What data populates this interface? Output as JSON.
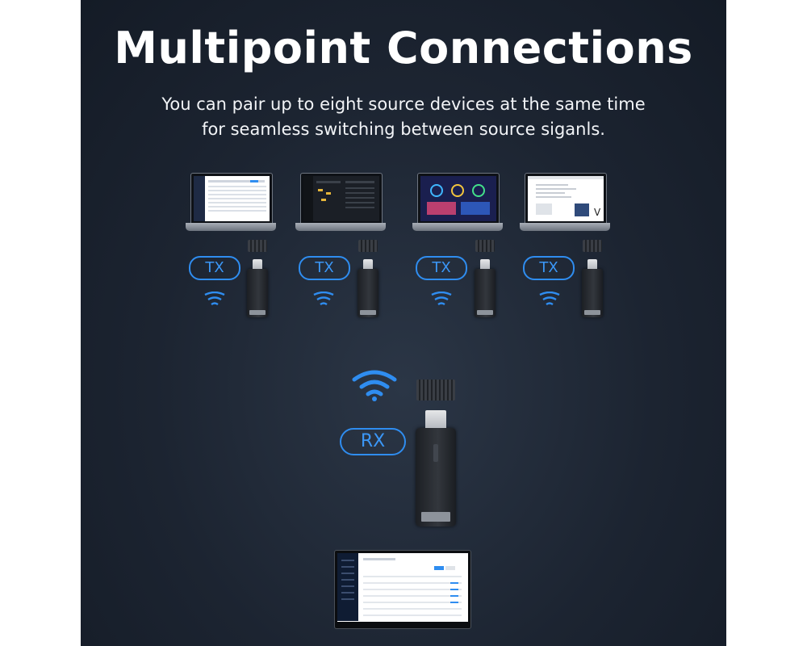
{
  "title": "Multipoint Connections",
  "subtitle": "You can pair up to eight source devices at the same time for seamless switching between source siganls.",
  "tx_label": "TX",
  "rx_label": "RX",
  "colors": {
    "accent": "#2f8df0",
    "background": "#1c2431",
    "text": "#ffffff"
  },
  "icons": {
    "signal": "wireless-signal-icon",
    "wifi": "wifi-icon"
  }
}
